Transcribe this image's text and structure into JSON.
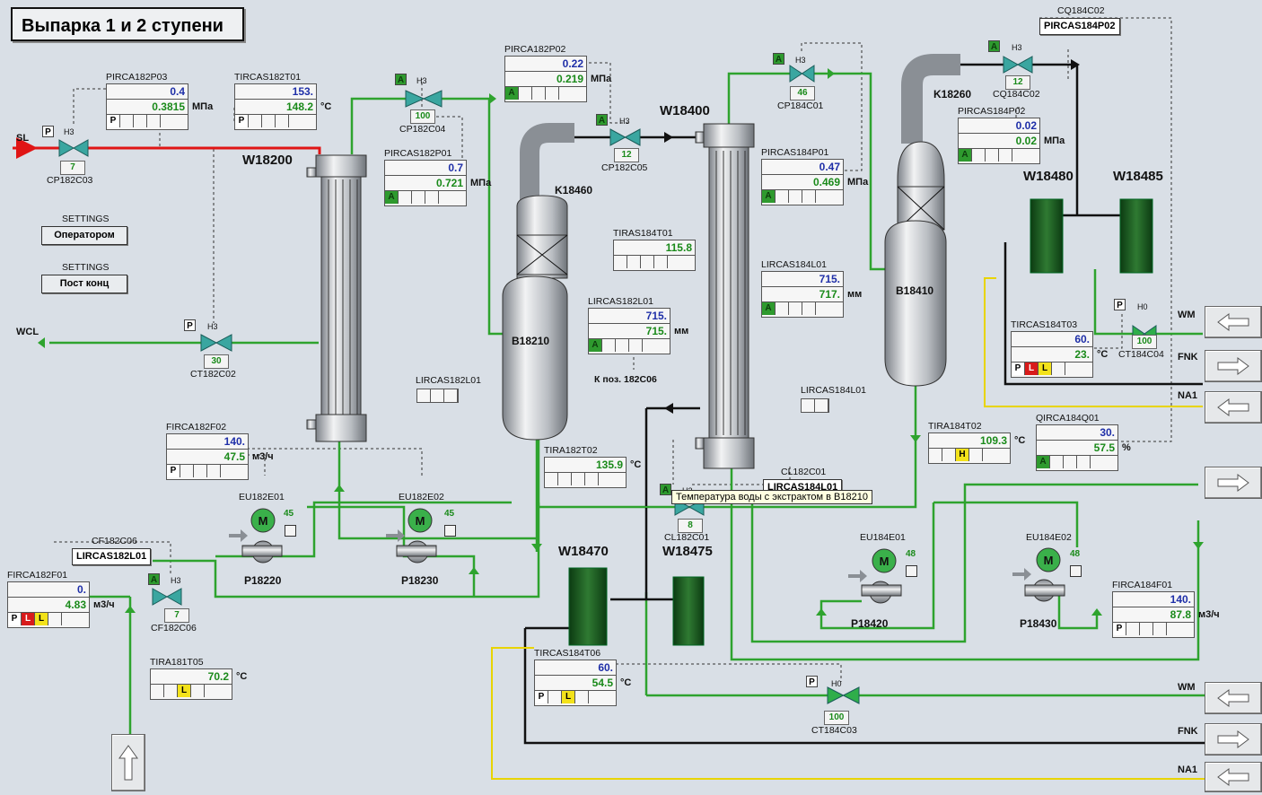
{
  "title": "Выпарка 1 и 2 ступени",
  "streams": {
    "sl": "SL",
    "wcl": "WCL",
    "wm1": "WM",
    "fnk1": "FNK",
    "na1_1": "NA1",
    "wm2": "WM",
    "fnk2": "FNK",
    "na1_2": "NA1"
  },
  "equipment": {
    "w18200": "W18200",
    "w18400": "W18400",
    "k18460": "K18460",
    "b18210": "B18210",
    "k18260": "K18260",
    "b18410": "B18410",
    "w18480": "W18480",
    "w18485": "W18485",
    "w18470": "W18470",
    "w18475": "W18475",
    "p18220": "P18220",
    "p18230": "P18230",
    "p18420": "P18420",
    "p18430": "P18430"
  },
  "faceplates": {
    "pirca182p03": {
      "tag": "PIRCA182P03",
      "sp": "0.4",
      "pv": "0.3815",
      "unit": "МПа",
      "btns": [
        "P",
        "",
        "",
        ""
      ]
    },
    "tircas182t01": {
      "tag": "TIRCAS182T01",
      "sp": "153.",
      "pv": "148.2",
      "unit": "°C",
      "btns": [
        "P",
        "",
        "",
        ""
      ]
    },
    "pircas182p01": {
      "tag": "PIRCAS182P01",
      "sp": "0.7",
      "pv": "0.721",
      "unit": "МПа",
      "btns": [
        "A",
        "",
        "",
        ""
      ]
    },
    "pirca182p02": {
      "tag": "PIRCA182P02",
      "sp": "0.22",
      "pv": "0.219",
      "unit": "МПа",
      "btns": [
        "A",
        "",
        "",
        ""
      ]
    },
    "lircas182l01": {
      "tag": "LIRCAS182L01",
      "sp": "715.",
      "pv": "715.",
      "unit": "мм",
      "btns": [
        "A",
        "",
        "",
        ""
      ]
    },
    "tira182t02": {
      "tag": "TIRA182T02",
      "pv": "135.9",
      "unit": "°C",
      "btns": [
        "",
        "",
        "",
        ""
      ]
    },
    "tiras184t01": {
      "tag": "TIRAS184T01",
      "pv": "115.8",
      "btns": [
        "",
        "",
        "",
        ""
      ]
    },
    "pircas184p01": {
      "tag": "PIRCAS184P01",
      "sp": "0.47",
      "pv": "0.469",
      "unit": "МПа",
      "btns": [
        "A",
        "",
        "",
        ""
      ]
    },
    "lircas184l01": {
      "tag": "LIRCAS184L01",
      "sp": "715.",
      "pv": "717.",
      "unit": "мм",
      "btns": [
        "A",
        "",
        "",
        ""
      ]
    },
    "pircas184p02": {
      "tag": "PIRCAS184P02",
      "sp": "0.02",
      "pv": "0.02",
      "unit": "МПа",
      "btns": [
        "A",
        "",
        "",
        ""
      ]
    },
    "tircas184t03": {
      "tag": "TIRCAS184T03",
      "sp": "60.",
      "pv": "23.",
      "unit": "°C",
      "btns": [
        "P",
        "L",
        "L",
        ""
      ]
    },
    "tira184t02": {
      "tag": "TIRA184T02",
      "pv": "109.3",
      "unit": "°C",
      "btns": [
        "",
        "",
        "H",
        ""
      ]
    },
    "qirca184q01": {
      "tag": "QIRCA184Q01",
      "sp": "30.",
      "pv": "57.5",
      "unit": "%",
      "btns": [
        "A",
        "",
        "",
        ""
      ]
    },
    "firca182f02": {
      "tag": "FIRCA182F02",
      "sp": "140.",
      "pv": "47.5",
      "unit": "м3/ч",
      "btns": [
        "P",
        "",
        "",
        ""
      ]
    },
    "firca182f01": {
      "tag": "FIRCA182F01",
      "sp": "0.",
      "pv": "4.83",
      "unit": "м3/ч",
      "btns": [
        "P",
        "L",
        "L",
        ""
      ]
    },
    "tira181t05": {
      "tag": "TIRA181T05",
      "pv": "70.2",
      "unit": "°C",
      "btns": [
        "",
        "L",
        "",
        ""
      ]
    },
    "tircas184t06": {
      "tag": "TIRCAS184T06",
      "sp": "60.",
      "pv": "54.5",
      "unit": "°C",
      "btns": [
        "P",
        "L",
        "",
        ""
      ]
    },
    "firca184f01": {
      "tag": "FIRCA184F01",
      "sp": "140.",
      "pv": "87.8",
      "unit": "м3/ч",
      "btns": [
        "P",
        "",
        "",
        ""
      ]
    }
  },
  "mini_tags": {
    "lircas182l01_small": "LIRCAS182L01",
    "lircas184l01_small": "LIRCAS184L01"
  },
  "valves": {
    "cp182c03": {
      "tag": "CP182C03",
      "mode": "H3",
      "val": "7",
      "box": "P"
    },
    "cp182c04": {
      "tag": "CP182C04",
      "mode": "H3",
      "val": "100",
      "box": "A"
    },
    "cp182c05": {
      "tag": "CP182C05",
      "mode": "H3",
      "val": "12",
      "box": "A"
    },
    "cp184c01": {
      "tag": "CP184C01",
      "mode": "H3",
      "val": "46",
      "box": "A"
    },
    "cq184c02": {
      "tag": "CQ184C02",
      "mode": "H3",
      "val": "12",
      "box": "A"
    },
    "ct182c02": {
      "tag": "CT182C02",
      "mode": "H3",
      "val": "30",
      "box": "P"
    },
    "ct184c04": {
      "tag": "CT184C04",
      "mode": "H0",
      "val": "100",
      "box": "P"
    },
    "cf182c06": {
      "tag": "CF182C06",
      "mode": "H3",
      "val": "7",
      "box": "A"
    },
    "cl182c01": {
      "tag": "CL182C01",
      "mode": "H3",
      "val": "8",
      "box": "A"
    },
    "ct184c03": {
      "tag": "CT184C03",
      "mode": "H0",
      "val": "100",
      "box": "P"
    }
  },
  "motors": {
    "eu182e01": {
      "tag": "EU182E01",
      "val": "45"
    },
    "eu182e02": {
      "tag": "EU182E02",
      "val": "45"
    },
    "eu184e01": {
      "tag": "EU184E01",
      "val": "48"
    },
    "eu184e02": {
      "tag": "EU184E02",
      "val": "48"
    }
  },
  "settings": {
    "label1": "SETTINGS",
    "btn1": "Оператором",
    "label2": "SETTINGS",
    "btn2": "Пост конц"
  },
  "controllers": {
    "cq184c02_label": "CQ184C02",
    "pircas184p02_btn": "PIRCAS184P02",
    "cf182c06_label": "CF182C06",
    "lircas182l01_btn": "LIRCAS182L01",
    "cl182c01_label": "CL182C01",
    "lircas184l01_btn": "LIRCAS184L01"
  },
  "annotations": {
    "k_poz": "К поз. 182С06",
    "tooltip": "Температура воды с экстрактом в B18210"
  },
  "colors": {
    "green_line": "#2ea32e",
    "red_line": "#e01515",
    "yellow_line": "#e8d400",
    "black_line": "#111111",
    "grey_line": "#8a8f95",
    "valve_teal": "#3aa6a0",
    "valve_green": "#2fae4a"
  }
}
